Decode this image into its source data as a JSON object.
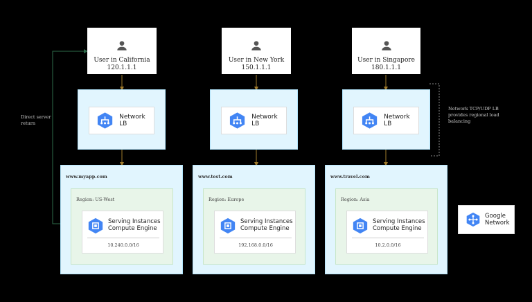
{
  "users": [
    {
      "name": "User in California",
      "ip": "120.1.1.1"
    },
    {
      "name": "User in New York",
      "ip": "150.1.1.1"
    },
    {
      "name": "User in Singapore",
      "ip": "180.1.1.1"
    }
  ],
  "load_balancers": [
    {
      "label": "Network LB"
    },
    {
      "label": "Network LB"
    },
    {
      "label": "Network LB"
    }
  ],
  "regions": [
    {
      "domain": "www.myapp.com",
      "region": "Region: US-West",
      "service_line1": "Serving Instances",
      "service_line2": "Compute Engine",
      "cidr": "10.240.0.0/16"
    },
    {
      "domain": "www.test.com",
      "region": "Region: Europe",
      "service_line1": "Serving Instances",
      "service_line2": "Compute Engine",
      "cidr": "192.168.0.0/16"
    },
    {
      "domain": "www.travel.com",
      "region": "Region: Asia",
      "service_line1": "Serving Instances",
      "service_line2": "Compute Engine",
      "cidr": "10.2.0.0/16"
    }
  ],
  "notes": {
    "direct_return_line1": "Direct server",
    "direct_return_line2": "return",
    "lb_note_line1": "Network TCP/UDP LB",
    "lb_note_line2": "provides regional load",
    "lb_note_line3": "balancing"
  },
  "legend": {
    "line1": "Google",
    "line2": "Network"
  },
  "colors": {
    "arrow": "#a07b2c",
    "return_line": "#2e6b4a",
    "icon_blue": "#4285f4",
    "panel_blue": "#e1f5fe",
    "panel_green": "#e8f5e9"
  },
  "icons": {
    "user": "person-icon",
    "lb": "network-load-balancing-icon",
    "compute": "compute-engine-icon",
    "network": "google-network-icon"
  }
}
